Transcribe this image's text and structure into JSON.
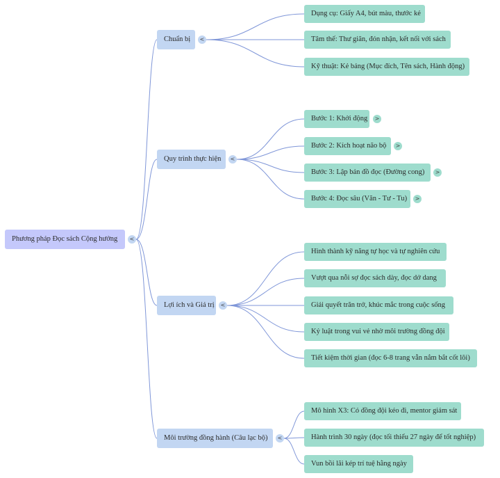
{
  "root": {
    "label": "Phương pháp Đọc sách Cộng hưởng",
    "toggle": "<"
  },
  "branches": [
    {
      "label": "Chuẩn bị",
      "toggle": "<",
      "children": [
        {
          "label": "Dụng cụ: Giấy A4, bút màu, thước kẻ"
        },
        {
          "label": "Tâm thế: Thư giãn, đón nhận, kết nối với sách"
        },
        {
          "label": "Kỹ thuật: Kẻ bảng (Mục đích, Tên sách, Hành động)"
        }
      ]
    },
    {
      "label": "Quy trình thực hiện",
      "toggle": "<",
      "children": [
        {
          "label": "Bước 1: Khởi động",
          "toggle": ">"
        },
        {
          "label": "Bước 2: Kích hoạt não bộ",
          "toggle": ">"
        },
        {
          "label": "Bước 3: Lập bản đồ đọc (Đường cong)",
          "toggle": ">"
        },
        {
          "label": "Bước 4: Đọc sâu (Văn - Tư - Tu)",
          "toggle": ">"
        }
      ]
    },
    {
      "label": "Lợi ích và Giá trị",
      "toggle": "<",
      "children": [
        {
          "label": "Hình thành kỹ năng tự học và tự nghiên cứu"
        },
        {
          "label": "Vượt qua nỗi sợ đọc sách dày, đọc dở dang"
        },
        {
          "label": "Giải quyết trăn trở, khúc mắc trong cuộc sống"
        },
        {
          "label": "Kỷ luật trong vui vẻ nhờ môi trường đồng đội"
        },
        {
          "label": "Tiết kiệm thời gian (đọc 6-8 trang vẫn nắm bắt cốt lõi)"
        }
      ]
    },
    {
      "label": "Môi trường đồng hành (Câu lạc bộ)",
      "toggle": "<",
      "children": [
        {
          "label": "Mô hình X3: Có đồng đội kéo đi, mentor giám sát"
        },
        {
          "label": "Hành trình 30 ngày (đọc tối thiểu 27 ngày để tốt nghiệp)"
        },
        {
          "label": "Vun bồi lãi kép trí tuệ hằng ngày"
        }
      ]
    }
  ],
  "colors": {
    "root": "#c4c8fb",
    "branch": "#c2d6f2",
    "leaf": "#9edccd",
    "edge": "#7f96d8"
  }
}
